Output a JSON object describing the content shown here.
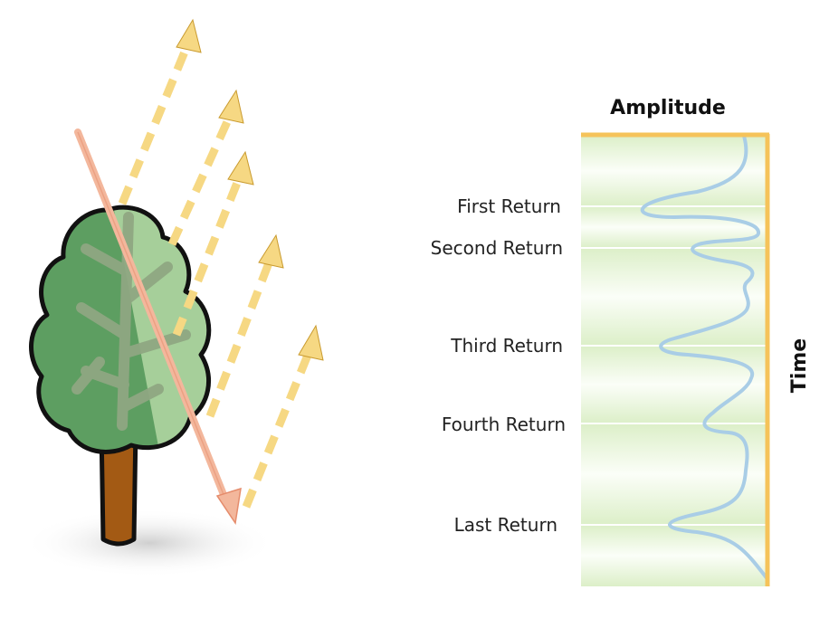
{
  "diagram": {
    "axis_top_label": "Amplitude",
    "axis_side_label": "Time",
    "returns": [
      {
        "label": "First Return"
      },
      {
        "label": "Second Return"
      },
      {
        "label": "Third Return"
      },
      {
        "label": "Fourth Return"
      },
      {
        "label": "Last Return"
      }
    ]
  },
  "colors": {
    "panel_border": "#f5c35a",
    "panel_fill": "#e4f1d4",
    "waveform": "#a9cde6",
    "pulse_arrow": "#f3b79c",
    "return_arrow": "#f6d883",
    "tree_light": "#a6cf9a",
    "tree_dark": "#5d9e61",
    "branch": "#8fa782",
    "trunk": "#a35a14",
    "outline": "#111111"
  }
}
